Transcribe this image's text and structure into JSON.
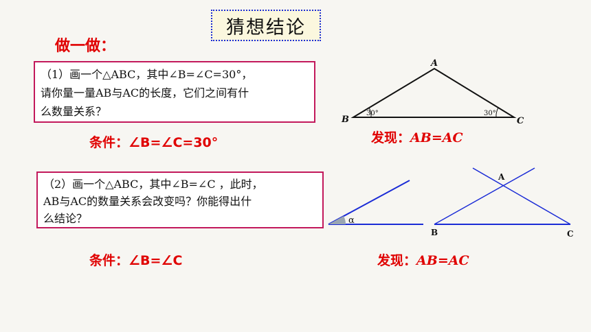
{
  "title": "猜想结论",
  "heading": "做一做：",
  "question1": {
    "line1": "（1）画一个△ABC，其中∠B=∠C=30°，",
    "line2": "请你量一量AB与AC的长度，它们之间有什",
    "line3": "么数量关系？"
  },
  "condition1": "条件：∠B=∠C=30°",
  "finding1": {
    "label": "发现：",
    "value": "AB=AC"
  },
  "triangle1": {
    "vertex_a": "A",
    "vertex_b": "B",
    "vertex_c": "C",
    "angle_b": "30°",
    "angle_c": "30°"
  },
  "question2": {
    "line1": "（2）画一个△ABC，其中∠B=∠C ，此时，",
    "line2": "AB与AC的数量关系会改变吗？你能得出什",
    "line3": "么结论？"
  },
  "condition2": "条件：∠B=∠C",
  "finding2": {
    "label": "发现：",
    "value": "AB=AC"
  },
  "figure2": {
    "angle_label": "α",
    "vertex_a": "A",
    "vertex_b": "B",
    "vertex_c": "C"
  },
  "colors": {
    "accent_red": "#e00000",
    "box_border": "#c2185b",
    "line_blue": "#1a2bd6",
    "title_border": "#1a2bd6"
  }
}
